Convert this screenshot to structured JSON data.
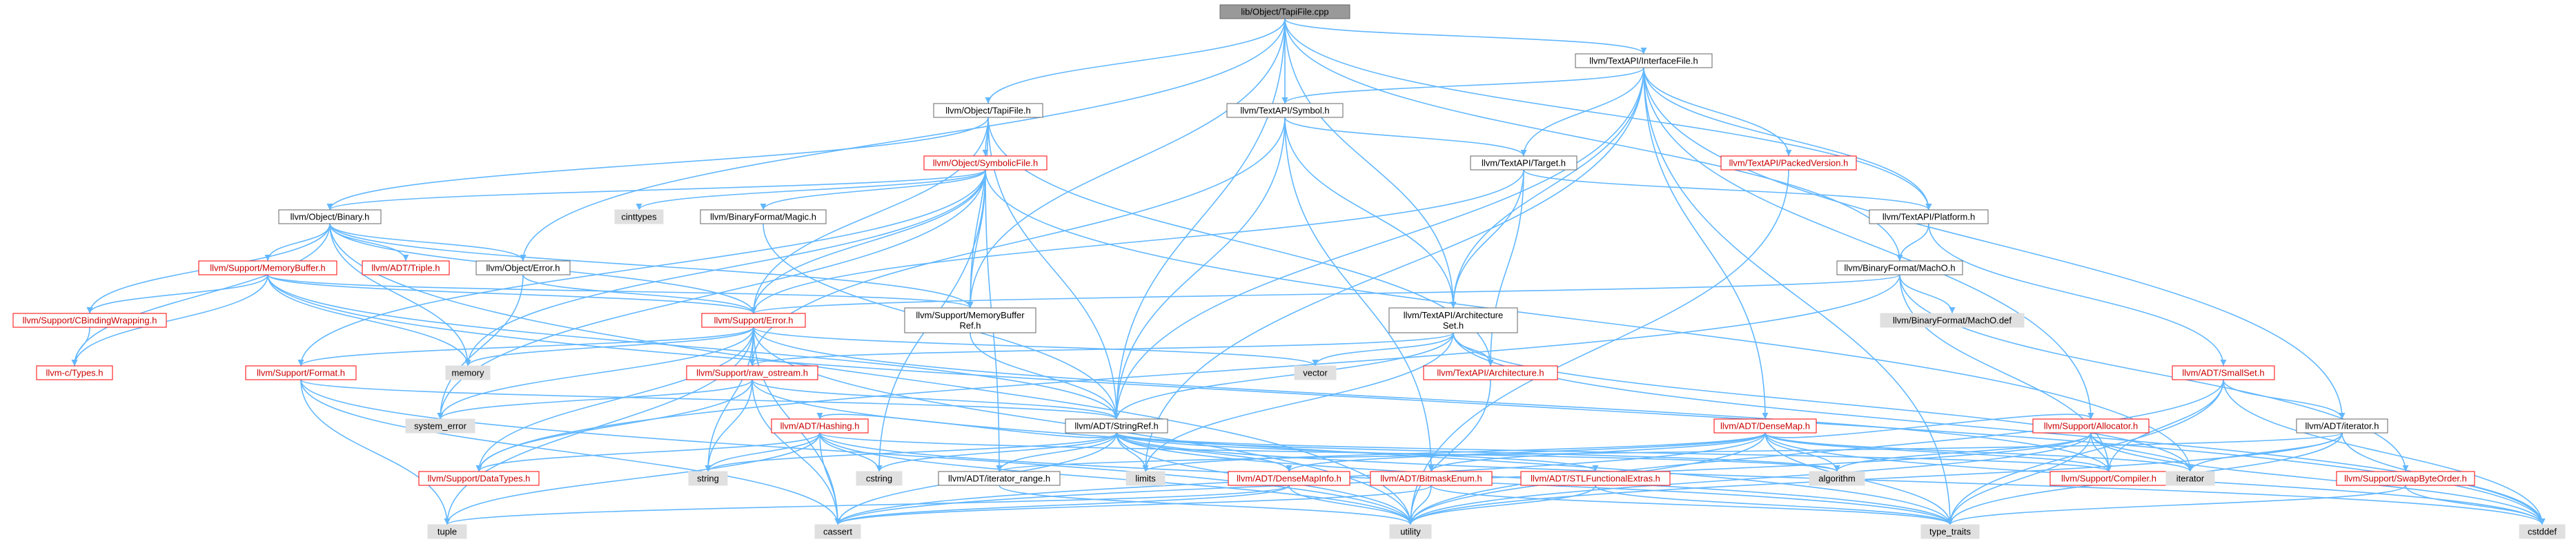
{
  "graph": {
    "root": "lib/Object/TapiFile.cpp",
    "colors": {
      "edge": "#63B8FF",
      "node_border_normal": "#666666",
      "node_border_incomplete": "#FF0000",
      "node_text_incomplete": "#CC0000",
      "node_fill_normal": "#FFFFFF",
      "node_fill_system": "#E0E0E0",
      "node_fill_root": "#999999"
    },
    "nodes": [
      {
        "id": "root",
        "label": "lib/Object/TapiFile.cpp",
        "kind": "root"
      },
      {
        "id": "interfacefile",
        "label": "llvm/TextAPI/InterfaceFile.h",
        "kind": "normal"
      },
      {
        "id": "tapifile",
        "label": "llvm/Object/TapiFile.h",
        "kind": "normal"
      },
      {
        "id": "symbol",
        "label": "llvm/TextAPI/Symbol.h",
        "kind": "normal"
      },
      {
        "id": "symbolicfile",
        "label": "llvm/Object/SymbolicFile.h",
        "kind": "incomplete"
      },
      {
        "id": "target",
        "label": "llvm/TextAPI/Target.h",
        "kind": "normal"
      },
      {
        "id": "packedversion",
        "label": "llvm/TextAPI/PackedVersion.h",
        "kind": "incomplete"
      },
      {
        "id": "binary",
        "label": "llvm/Object/Binary.h",
        "kind": "normal"
      },
      {
        "id": "cinttypes",
        "label": "cinttypes",
        "kind": "system"
      },
      {
        "id": "magic",
        "label": "llvm/BinaryFormat/Magic.h",
        "kind": "normal"
      },
      {
        "id": "platform",
        "label": "llvm/TextAPI/Platform.h",
        "kind": "normal"
      },
      {
        "id": "memorybuffer",
        "label": "llvm/Support/MemoryBuffer.h",
        "kind": "incomplete"
      },
      {
        "id": "triple",
        "label": "llvm/ADT/Triple.h",
        "kind": "incomplete"
      },
      {
        "id": "objerror",
        "label": "llvm/Object/Error.h",
        "kind": "normal"
      },
      {
        "id": "macho",
        "label": "llvm/BinaryFormat/MachO.h",
        "kind": "normal"
      },
      {
        "id": "cbinding",
        "label": "llvm/Support/CBindingWrapping.h",
        "kind": "incomplete"
      },
      {
        "id": "machodef",
        "label": "llvm/BinaryFormat/MachO.def",
        "kind": "system"
      },
      {
        "id": "memref",
        "label": "llvm/Support/MemoryBuffer\nRef.h",
        "kind": "normal"
      },
      {
        "id": "supporterror",
        "label": "llvm/Support/Error.h",
        "kind": "incomplete"
      },
      {
        "id": "archset",
        "label": "llvm/TextAPI/Architecture\nSet.h",
        "kind": "normal"
      },
      {
        "id": "ctypes",
        "label": "llvm-c/Types.h",
        "kind": "incomplete"
      },
      {
        "id": "format",
        "label": "llvm/Support/Format.h",
        "kind": "incomplete"
      },
      {
        "id": "memory",
        "label": "memory",
        "kind": "system"
      },
      {
        "id": "rawostream",
        "label": "llvm/Support/raw_ostream.h",
        "kind": "incomplete"
      },
      {
        "id": "vector",
        "label": "vector",
        "kind": "system"
      },
      {
        "id": "architecture",
        "label": "llvm/TextAPI/Architecture.h",
        "kind": "incomplete"
      },
      {
        "id": "smallset",
        "label": "llvm/ADT/SmallSet.h",
        "kind": "incomplete"
      },
      {
        "id": "systemerror",
        "label": "system_error",
        "kind": "system"
      },
      {
        "id": "hashing",
        "label": "llvm/ADT/Hashing.h",
        "kind": "incomplete"
      },
      {
        "id": "stringref",
        "label": "llvm/ADT/StringRef.h",
        "kind": "normal"
      },
      {
        "id": "densemap",
        "label": "llvm/ADT/DenseMap.h",
        "kind": "incomplete"
      },
      {
        "id": "allocator",
        "label": "llvm/Support/Allocator.h",
        "kind": "incomplete"
      },
      {
        "id": "iteratorh",
        "label": "llvm/ADT/iterator.h",
        "kind": "normal"
      },
      {
        "id": "datatypes",
        "label": "llvm/Support/DataTypes.h",
        "kind": "incomplete"
      },
      {
        "id": "string",
        "label": "string",
        "kind": "system"
      },
      {
        "id": "cstring",
        "label": "cstring",
        "kind": "system"
      },
      {
        "id": "iterrange",
        "label": "llvm/ADT/iterator_range.h",
        "kind": "normal"
      },
      {
        "id": "limits",
        "label": "limits",
        "kind": "system"
      },
      {
        "id": "densemapinfo",
        "label": "llvm/ADT/DenseMapInfo.h",
        "kind": "incomplete"
      },
      {
        "id": "bitmaskenum",
        "label": "llvm/ADT/BitmaskEnum.h",
        "kind": "incomplete"
      },
      {
        "id": "stlfunc",
        "label": "llvm/ADT/STLFunctionalExtras.h",
        "kind": "incomplete"
      },
      {
        "id": "algorithm",
        "label": "algorithm",
        "kind": "system"
      },
      {
        "id": "compiler",
        "label": "llvm/Support/Compiler.h",
        "kind": "incomplete"
      },
      {
        "id": "iterator",
        "label": "iterator",
        "kind": "system"
      },
      {
        "id": "swapbyte",
        "label": "llvm/Support/SwapByteOrder.h",
        "kind": "incomplete"
      },
      {
        "id": "tuple",
        "label": "tuple",
        "kind": "system"
      },
      {
        "id": "cassert",
        "label": "cassert",
        "kind": "system"
      },
      {
        "id": "utility",
        "label": "utility",
        "kind": "system"
      },
      {
        "id": "typetraits",
        "label": "type_traits",
        "kind": "system"
      },
      {
        "id": "cstddef",
        "label": "cstddef",
        "kind": "system"
      }
    ],
    "edges": [
      [
        "root",
        "interfacefile"
      ],
      [
        "root",
        "tapifile"
      ],
      [
        "root",
        "symbol"
      ],
      [
        "root",
        "objerror"
      ],
      [
        "root",
        "memref"
      ],
      [
        "root",
        "archset"
      ],
      [
        "root",
        "platform"
      ],
      [
        "root",
        "macho"
      ],
      [
        "root",
        "stringref"
      ],
      [
        "interfacefile",
        "symbol"
      ],
      [
        "interfacefile",
        "target"
      ],
      [
        "interfacefile",
        "packedversion"
      ],
      [
        "interfacefile",
        "platform"
      ],
      [
        "interfacefile",
        "archset"
      ],
      [
        "interfacefile",
        "densemap"
      ],
      [
        "interfacefile",
        "allocator"
      ],
      [
        "interfacefile",
        "iteratorh"
      ],
      [
        "interfacefile",
        "stringref"
      ],
      [
        "interfacefile",
        "limits"
      ],
      [
        "interfacefile",
        "typetraits"
      ],
      [
        "tapifile",
        "symbolicfile"
      ],
      [
        "tapifile",
        "binary"
      ],
      [
        "tapifile",
        "memref"
      ],
      [
        "tapifile",
        "supporterror"
      ],
      [
        "tapifile",
        "stringref"
      ],
      [
        "tapifile",
        "architecture"
      ],
      [
        "symbol",
        "target"
      ],
      [
        "symbol",
        "archset"
      ],
      [
        "symbol",
        "bitmaskenum"
      ],
      [
        "symbol",
        "stringref"
      ],
      [
        "symbol",
        "rawostream"
      ],
      [
        "symbolicfile",
        "binary"
      ],
      [
        "symbolicfile",
        "magic"
      ],
      [
        "symbolicfile",
        "cinttypes"
      ],
      [
        "symbolicfile",
        "memref"
      ],
      [
        "symbolicfile",
        "supporterror"
      ],
      [
        "symbolicfile",
        "format"
      ],
      [
        "symbolicfile",
        "iterrange"
      ],
      [
        "symbolicfile",
        "memory"
      ],
      [
        "symbolicfile",
        "iterator"
      ],
      [
        "symbolicfile",
        "cstring"
      ],
      [
        "symbolicfile",
        "systemerror"
      ],
      [
        "target",
        "platform"
      ],
      [
        "target",
        "archset"
      ],
      [
        "target",
        "architecture"
      ],
      [
        "target",
        "supporterror"
      ],
      [
        "platform",
        "macho"
      ],
      [
        "platform",
        "smallset"
      ],
      [
        "packedversion",
        "utility"
      ],
      [
        "binary",
        "memorybuffer"
      ],
      [
        "binary",
        "triple"
      ],
      [
        "binary",
        "objerror"
      ],
      [
        "binary",
        "supporterror"
      ],
      [
        "binary",
        "cbinding"
      ],
      [
        "binary",
        "ctypes"
      ],
      [
        "binary",
        "memory"
      ],
      [
        "binary",
        "utility"
      ],
      [
        "binary",
        "memref"
      ],
      [
        "memorybuffer",
        "cbinding"
      ],
      [
        "memorybuffer",
        "ctypes"
      ],
      [
        "memorybuffer",
        "memref"
      ],
      [
        "memorybuffer",
        "supporterror"
      ],
      [
        "memorybuffer",
        "stringref"
      ],
      [
        "memorybuffer",
        "memory"
      ],
      [
        "memorybuffer",
        "cstddef"
      ],
      [
        "objerror",
        "supporterror"
      ],
      [
        "objerror",
        "systemerror"
      ],
      [
        "magic",
        "stringref"
      ],
      [
        "macho",
        "supporterror"
      ],
      [
        "macho",
        "machodef"
      ],
      [
        "macho",
        "compiler"
      ],
      [
        "macho",
        "datatypes"
      ],
      [
        "macho",
        "swapbyte"
      ],
      [
        "cbinding",
        "ctypes"
      ],
      [
        "memref",
        "stringref"
      ],
      [
        "supporterror",
        "format"
      ],
      [
        "supporterror",
        "rawostream"
      ],
      [
        "supporterror",
        "datatypes"
      ],
      [
        "supporterror",
        "compiler"
      ],
      [
        "supporterror",
        "memory"
      ],
      [
        "supporterror",
        "systemerror"
      ],
      [
        "supporterror",
        "vector"
      ],
      [
        "supporterror",
        "string"
      ],
      [
        "supporterror",
        "cassert"
      ],
      [
        "supporterror",
        "tuple"
      ],
      [
        "supporterror",
        "utility"
      ],
      [
        "archset",
        "architecture"
      ],
      [
        "archset",
        "vector"
      ],
      [
        "archset",
        "stringref"
      ],
      [
        "archset",
        "rawostream"
      ],
      [
        "archset",
        "cstddef"
      ],
      [
        "archset",
        "iterator"
      ],
      [
        "archset",
        "limits"
      ],
      [
        "architecture",
        "utility"
      ],
      [
        "smallset",
        "iteratorh"
      ],
      [
        "smallset",
        "compiler"
      ],
      [
        "smallset",
        "cstddef"
      ],
      [
        "smallset",
        "utility"
      ],
      [
        "smallset",
        "typetraits"
      ],
      [
        "format",
        "stringref"
      ],
      [
        "format",
        "cassert"
      ],
      [
        "format",
        "tuple"
      ],
      [
        "format",
        "utility"
      ],
      [
        "rawostream",
        "stringref"
      ],
      [
        "rawostream",
        "datatypes"
      ],
      [
        "rawostream",
        "systemerror"
      ],
      [
        "rawostream",
        "string"
      ],
      [
        "rawostream",
        "cassert"
      ],
      [
        "rawostream",
        "typetraits"
      ],
      [
        "hashing",
        "datatypes"
      ],
      [
        "hashing",
        "cassert"
      ],
      [
        "hashing",
        "string"
      ],
      [
        "hashing",
        "cstring"
      ],
      [
        "hashing",
        "tuple"
      ],
      [
        "hashing",
        "utility"
      ],
      [
        "hashing",
        "algorithm"
      ],
      [
        "hashing",
        "typetraits"
      ],
      [
        "stringref",
        "densemapinfo"
      ],
      [
        "stringref",
        "iterrange"
      ],
      [
        "stringref",
        "compiler"
      ],
      [
        "stringref",
        "algorithm"
      ],
      [
        "stringref",
        "cassert"
      ],
      [
        "stringref",
        "cstddef"
      ],
      [
        "stringref",
        "cstring"
      ],
      [
        "stringref",
        "limits"
      ],
      [
        "stringref",
        "string"
      ],
      [
        "stringref",
        "typetraits"
      ],
      [
        "stringref",
        "utility"
      ],
      [
        "stringref",
        "stlfunc"
      ],
      [
        "stringref",
        "hashing"
      ],
      [
        "densemap",
        "densemapinfo"
      ],
      [
        "densemap",
        "bitmaskenum"
      ],
      [
        "densemap",
        "allocator"
      ],
      [
        "densemap",
        "compiler"
      ],
      [
        "densemap",
        "algorithm"
      ],
      [
        "densemap",
        "cassert"
      ],
      [
        "densemap",
        "cstddef"
      ],
      [
        "densemap",
        "iterator"
      ],
      [
        "densemap",
        "limits"
      ],
      [
        "densemap",
        "typetraits"
      ],
      [
        "densemap",
        "utility"
      ],
      [
        "allocator",
        "compiler"
      ],
      [
        "allocator",
        "algorithm"
      ],
      [
        "allocator",
        "cassert"
      ],
      [
        "allocator",
        "cstddef"
      ],
      [
        "allocator",
        "iterator"
      ],
      [
        "allocator",
        "typetraits"
      ],
      [
        "allocator",
        "utility"
      ],
      [
        "iteratorh",
        "iterrange"
      ],
      [
        "iteratorh",
        "cstddef"
      ],
      [
        "iteratorh",
        "iterator"
      ],
      [
        "iteratorh",
        "typetraits"
      ],
      [
        "iteratorh",
        "utility"
      ],
      [
        "iterrange",
        "utility"
      ],
      [
        "densemapinfo",
        "cassert"
      ],
      [
        "densemapinfo",
        "utility"
      ],
      [
        "densemapinfo",
        "tuple"
      ],
      [
        "bitmaskenum",
        "cassert"
      ],
      [
        "bitmaskenum",
        "utility"
      ],
      [
        "bitmaskenum",
        "typetraits"
      ],
      [
        "stlfunc",
        "utility"
      ],
      [
        "stlfunc",
        "typetraits"
      ],
      [
        "swapbyte",
        "cstddef"
      ],
      [
        "swapbyte",
        "typetraits"
      ]
    ]
  }
}
